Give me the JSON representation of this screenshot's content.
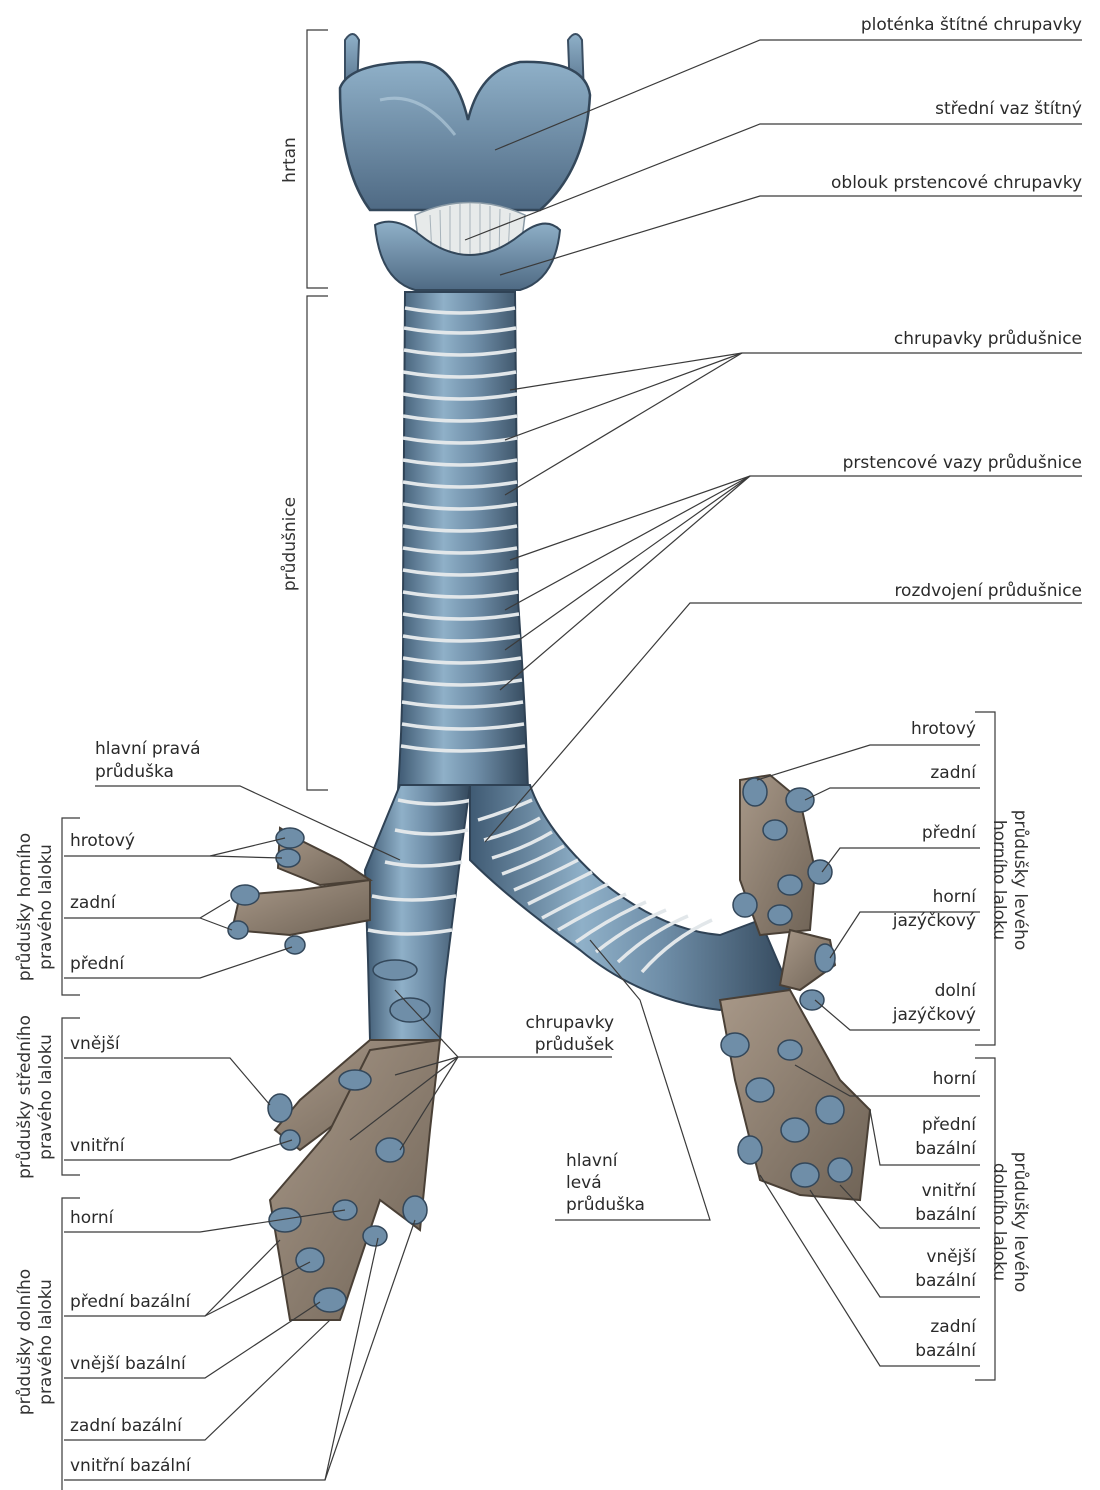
{
  "labels": {
    "thyroid_lamina": "ploténka štítné chrupavky",
    "median_thyroid_lig": "střední vaz štítný",
    "cricoid_arch": "oblouk prstencové chrupavky",
    "tracheal_cartilages": "chrupavky průdušnice",
    "annular_ligaments": "prstencové vazy průdušnice",
    "bifurcation": "rozdvojení průdušnice",
    "main_right_bronchus": [
      "hlavní pravá",
      "průduška"
    ],
    "bronchial_cartilages": [
      "chrupavky",
      "průdušek"
    ],
    "main_left_bronchus": [
      "hlavní",
      "levá",
      "průduška"
    ]
  },
  "groups": {
    "larynx": "hrtan",
    "trachea": "průdušnice",
    "right_upper": [
      "průdušky horního",
      "pravého laloku"
    ],
    "right_middle": [
      "průdušky středního",
      "pravého laloku"
    ],
    "right_lower": [
      "průdušky dolního",
      "pravého laloku"
    ],
    "left_upper": [
      "průdušky levého",
      "horního laloku"
    ],
    "left_lower": [
      "průdušky levého",
      "dolního laloku"
    ]
  },
  "right_upper_items": [
    "hrotový",
    "zadní",
    "přední"
  ],
  "right_middle_items": [
    "vnější",
    "vnitřní"
  ],
  "right_lower_items": [
    "horní",
    "přední bazální",
    "vnější bazální",
    "zadní bazální",
    "vnitřní bazální"
  ],
  "left_upper_items": [
    "hrotový",
    "zadní",
    "přední",
    [
      "horní",
      "jazýčkový"
    ],
    [
      "dolní",
      "jazýčkový"
    ]
  ],
  "left_lower_items": [
    "horní",
    [
      "přední",
      "bazální"
    ],
    [
      "vnitřní",
      "bazální"
    ],
    [
      "vnější",
      "bazální"
    ],
    [
      "zadní",
      "bazální"
    ]
  ],
  "colors": {
    "cartilage": "#5f7c96",
    "cartilage_light": "#8fb0c8",
    "ligament": "#dde3e6",
    "tissue": "#8f8070",
    "line": "#3a3a3a"
  }
}
